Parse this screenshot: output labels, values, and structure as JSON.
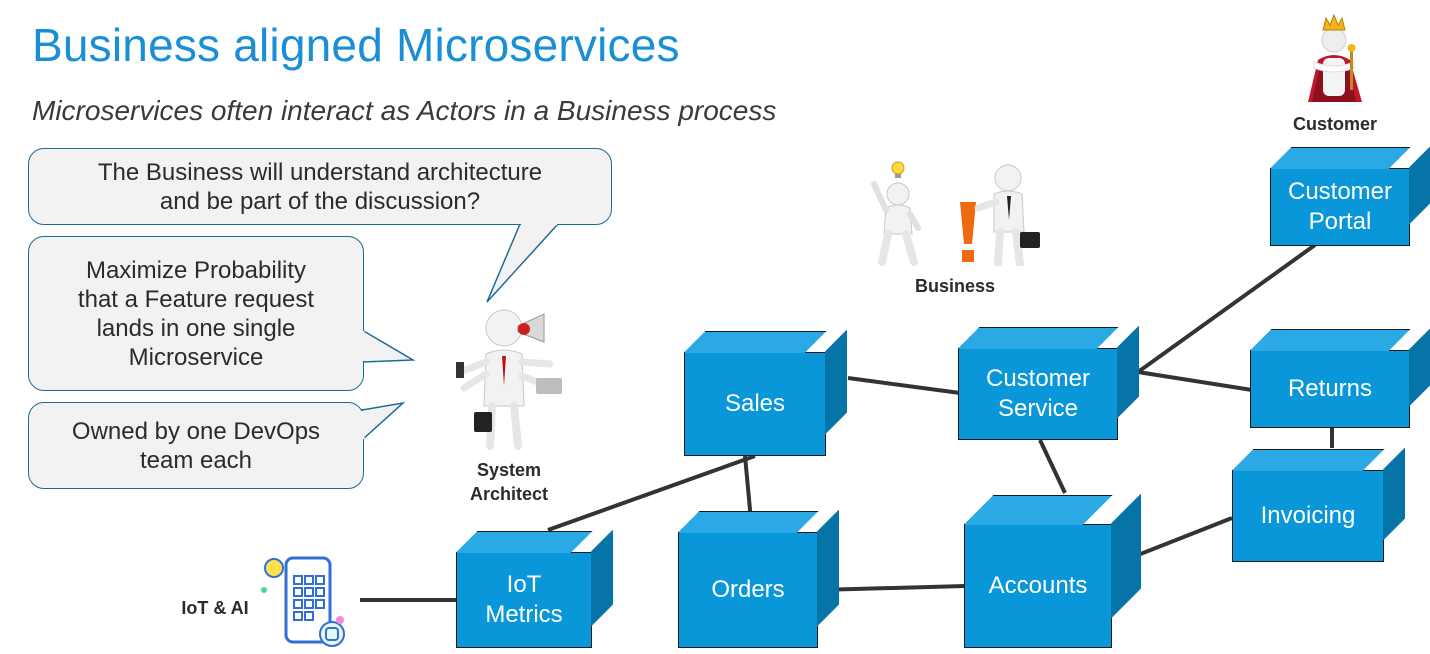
{
  "header": {
    "title": "Business aligned Microservices",
    "subtitle": "Microservices often interact as Actors in a Business process"
  },
  "bubbles": {
    "q1": "The Business will understand architecture\nand be part of the discussion?",
    "q2": "Maximize Probability\nthat a Feature request\nlands in one single\nMicroservice",
    "q3": "Owned by one DevOps\nteam each"
  },
  "actors": {
    "customer": "Customer",
    "business": "Business",
    "architect": "System\nArchitect",
    "iot": "IoT & AI"
  },
  "services": {
    "customer_portal": "Customer\nPortal",
    "sales": "Sales",
    "customer_service": "Customer\nService",
    "returns": "Returns",
    "invoicing": "Invoicing",
    "iot_metrics": "IoT\nMetrics",
    "orders": "Orders",
    "accounts": "Accounts"
  },
  "colors": {
    "title": "#1a8fd6",
    "box_front": "#0a97d9",
    "box_top": "#2aa9e4",
    "box_side": "#0774a8",
    "bubble_fill": "#f2f2f2",
    "bubble_border": "#1e6a96",
    "wire": "#333333"
  },
  "icons": [
    "king-icon",
    "idea-person-icon",
    "exclamation-person-icon",
    "multitask-person-icon",
    "mobile-app-icon"
  ]
}
